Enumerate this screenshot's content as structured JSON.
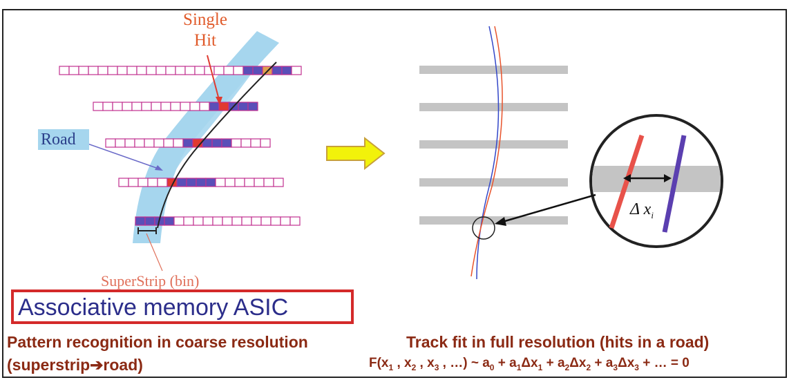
{
  "labels": {
    "single_hit_line1": "Single",
    "single_hit_line2": "Hit",
    "road": "Road",
    "superstrip": "SuperStrip (bin)",
    "asic": "Associative memory ASIC",
    "pattern_line1": "Pattern recognition in coarse resolution",
    "pattern_line2": "(superstrip➔road)",
    "track_fit": "Track fit in full resolution (hits in a road)",
    "delta_symbol": "Δ x",
    "delta_sub": "i"
  },
  "formula": {
    "lhs": "F(x",
    "p1": " , x",
    "p2": " , x",
    "p3": " , …) ~ a",
    "p4": " + a",
    "p5": "Δx",
    "p6": " + a",
    "p7": "Δx",
    "p8": " + a",
    "p9": "Δx",
    "p10": " + …  = 0",
    "s1": "1",
    "s2": "2",
    "s3": "3",
    "s0": "0",
    "s1b": "1",
    "s1c": "1",
    "s2b": "2",
    "s2c": "2",
    "s3b": "3",
    "s3c": "3"
  },
  "colors": {
    "road_band": "#a6d6ee",
    "strip_border": "#c0308f",
    "strip_fill": "#ffffff",
    "strip_highlight": "#5a4fb8",
    "hit_cell": "#e03a30",
    "single_hit_label": "#e05a2a",
    "arrow_yellow": "#f2f20a",
    "arrow_outline": "#c7a03a",
    "detector_layer": "#c4c4c4",
    "track_red": "#e8532b",
    "track_blue": "#3246c8",
    "zoom_red": "#e8524a",
    "zoom_blue": "#5b3fb0",
    "asic_box": "#d42a2a",
    "asic_text": "#2b2d8a",
    "caption_text": "#8b2a14",
    "frame_border": "#222222"
  }
}
